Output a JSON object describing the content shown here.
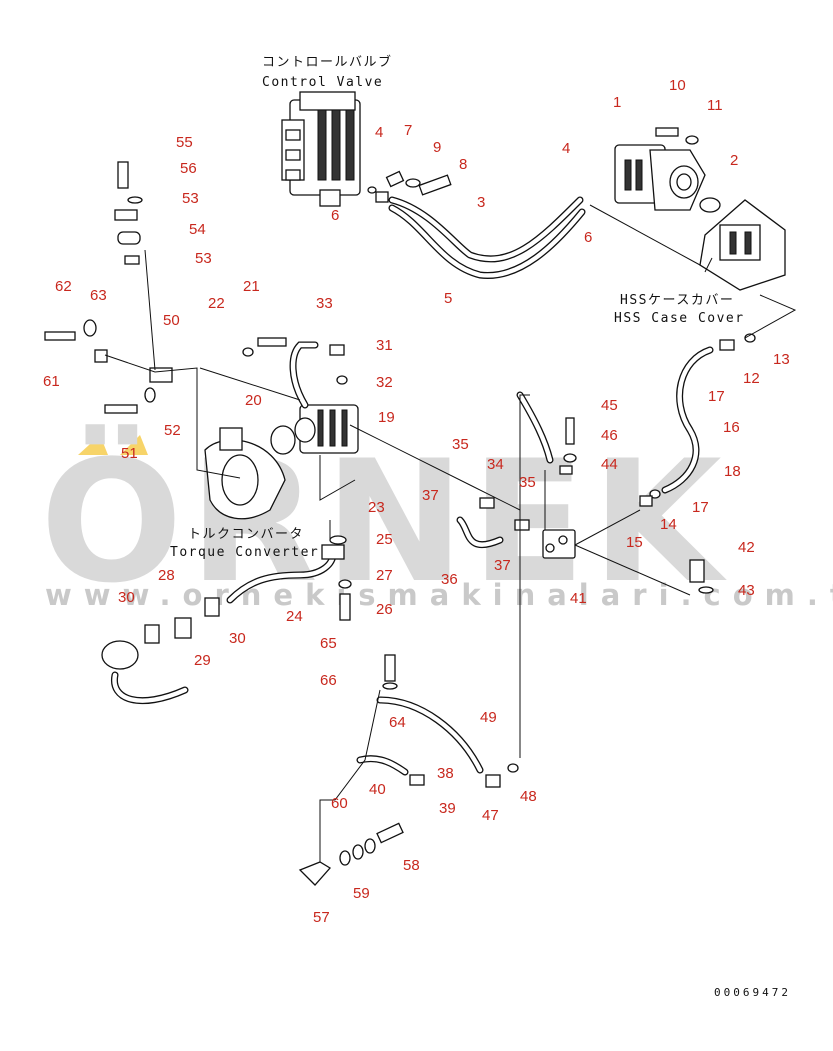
{
  "labels": {
    "control_valve_jp": "コントロールバルブ",
    "control_valve_en": "Control Valve",
    "hss_cover_jp": "HSSケースカバー",
    "hss_cover_en": "HSS Case Cover",
    "torque_converter_jp": "トルクコンバータ",
    "torque_converter_en": "Torque Converter"
  },
  "watermark": {
    "brand": "ÖRNEK",
    "url": "www.ornekismakinalari.com.tr"
  },
  "drawing_code": "00069472",
  "callouts": [
    "1",
    "2",
    "3",
    "4",
    "4",
    "5",
    "6",
    "6",
    "7",
    "8",
    "9",
    "10",
    "11",
    "12",
    "13",
    "14",
    "15",
    "16",
    "17",
    "17",
    "18",
    "19",
    "20",
    "21",
    "22",
    "23",
    "24",
    "25",
    "26",
    "27",
    "28",
    "29",
    "30",
    "30",
    "31",
    "32",
    "33",
    "34",
    "35",
    "35",
    "36",
    "37",
    "37",
    "38",
    "39",
    "40",
    "41",
    "42",
    "43",
    "44",
    "45",
    "46",
    "47",
    "48",
    "49",
    "50",
    "51",
    "52",
    "53",
    "53",
    "54",
    "55",
    "56",
    "57",
    "58",
    "59",
    "60",
    "61",
    "62",
    "63",
    "64",
    "65",
    "66"
  ],
  "colors": {
    "callout": "#c8281e",
    "line": "#111111",
    "watermark": "#d9d9d9",
    "watermark_accent": "#f2b705"
  }
}
